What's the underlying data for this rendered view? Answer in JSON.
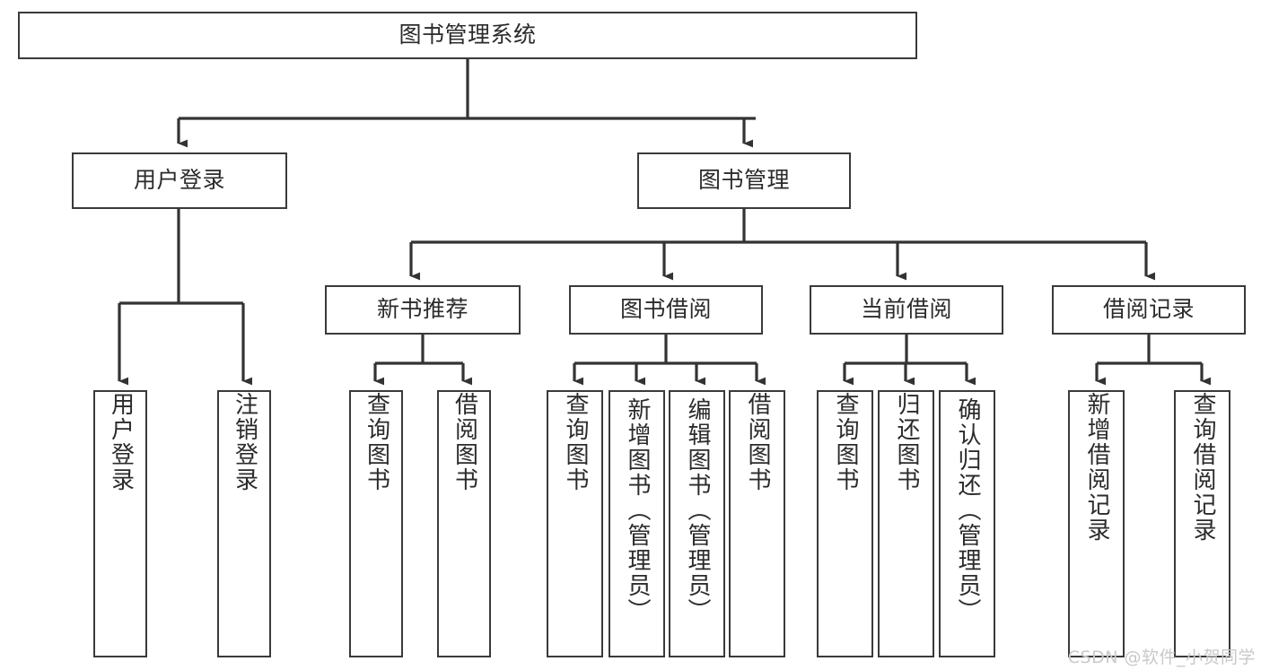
{
  "diagram": {
    "title": "图书管理系统",
    "type": "hierarchy-tree",
    "watermark": "CSDN @软件_小贺同学",
    "colors": {
      "background": "#ffffff",
      "box_border": "#3a3a3a",
      "box_fill": "#ffffff",
      "text": "#2b2b2b",
      "connector": "#333333",
      "watermark": "#c9c9c9"
    },
    "nodes": {
      "root": {
        "label": "图书管理系统"
      },
      "level1": [
        {
          "id": "user-login",
          "label": "用户登录"
        },
        {
          "id": "book-manage",
          "label": "图书管理"
        }
      ],
      "level2": [
        {
          "id": "new-book-recommend",
          "label": "新书推荐"
        },
        {
          "id": "book-borrow",
          "label": "图书借阅"
        },
        {
          "id": "current-borrow",
          "label": "当前借阅"
        },
        {
          "id": "borrow-record",
          "label": "借阅记录"
        }
      ],
      "leaves": {
        "user-login": [
          {
            "id": "leaf-user-login",
            "label": "用户登录"
          },
          {
            "id": "leaf-user-logout",
            "label": "注销登录"
          }
        ],
        "new-book-recommend": [
          {
            "id": "leaf-query-book-1",
            "label": "查询图书"
          },
          {
            "id": "leaf-borrow-book-1",
            "label": "借阅图书"
          }
        ],
        "book-borrow": [
          {
            "id": "leaf-query-book-2",
            "label": "查询图书"
          },
          {
            "id": "leaf-add-book",
            "label": "新增图书（管理员）"
          },
          {
            "id": "leaf-edit-book",
            "label": "编辑图书（管理员）"
          },
          {
            "id": "leaf-borrow-book-2",
            "label": "借阅图书"
          }
        ],
        "current-borrow": [
          {
            "id": "leaf-query-book-3",
            "label": "查询图书"
          },
          {
            "id": "leaf-return-book",
            "label": "归还图书"
          },
          {
            "id": "leaf-confirm-return",
            "label": "确认归还（管理员）"
          }
        ],
        "borrow-record": [
          {
            "id": "leaf-add-record",
            "label": "新增借阅记录"
          },
          {
            "id": "leaf-query-record",
            "label": "查询借阅记录"
          }
        ]
      }
    }
  }
}
